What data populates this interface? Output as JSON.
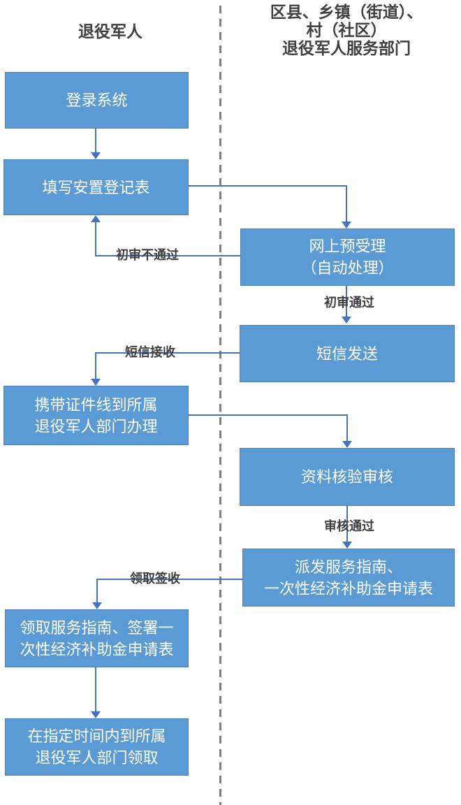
{
  "lanes": {
    "left": {
      "title": "退役军人"
    },
    "right": {
      "title_line1": "区县、乡镇（街道）、",
      "title_line2": "村（社区）",
      "title_line3": "退役军人服务部门"
    }
  },
  "boxes": {
    "login": {
      "label": "登录系统"
    },
    "fill_form": {
      "label": "填写安置登记表"
    },
    "online_pre_acceptance": {
      "line1": "网上预受理",
      "line2": "（自动处理）"
    },
    "sms_send": {
      "label": "短信发送"
    },
    "bring_documents": {
      "line1": "携带证件线到所属",
      "line2": "退役军人部门办理"
    },
    "material_review": {
      "label": "资料核验审核"
    },
    "distribute_guide": {
      "line1": "派发服务指南、",
      "line2": "一次性经济补助金申请表"
    },
    "receive_sign": {
      "line1": "领取服务指南、签署一",
      "line2": "次性经济补助金申请表"
    },
    "pickup": {
      "line1": "在指定时间内到所属",
      "line2": "退役军人部门领取"
    }
  },
  "edge_labels": {
    "initial_review_fail": "初审不通过",
    "initial_review_pass": "初审通过",
    "sms_receive": "短信接收",
    "review_pass": "审核通过",
    "receive_signoff": "领取签收"
  },
  "colors": {
    "box_fill": "#5b9bd5",
    "box_border": "#4a80bd",
    "connector": "#4472c4",
    "separator": "#7f7f7f",
    "heading_text": "#404040",
    "box_text": "#ffffff"
  }
}
